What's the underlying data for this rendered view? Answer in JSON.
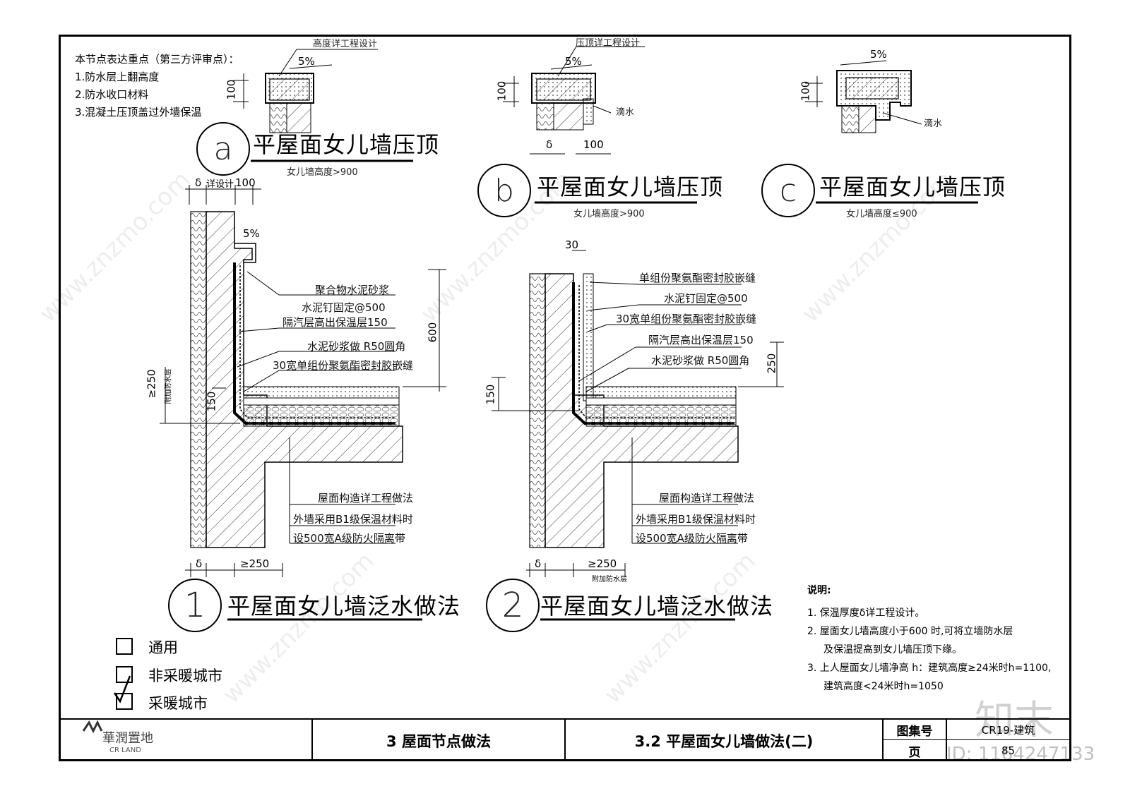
{
  "notes": {
    "heading": "本节点表达重点（第三方评审点）：",
    "items": [
      "1.防水层上翻高度",
      "2.防水收口材料",
      "3.混凝土压顶盖过外墙保温"
    ]
  },
  "details": {
    "a": {
      "letter": "a",
      "title": "平屋面女儿墙压顶",
      "subtitle": "女儿墙高度>900",
      "top_note": "高度详工程设计",
      "slope": "5%",
      "dim_100": "100"
    },
    "b": {
      "letter": "b",
      "title": "平屋面女儿墙压顶",
      "subtitle": "女儿墙高度>900",
      "top_note": "压顶详工程设计",
      "slope": "5%",
      "dim_100": "100",
      "drip": "滴水",
      "dim_delta": "δ",
      "dim_bottom": "100"
    },
    "c": {
      "letter": "c",
      "title": "平屋面女儿墙压顶",
      "subtitle": "女儿墙高度≤900",
      "slope": "5%",
      "dim_100": "100",
      "drip": "滴水"
    }
  },
  "section1": {
    "number": "1",
    "title": "平屋面女儿墙泛水做法",
    "top_dims": [
      "δ",
      "详设计",
      "100"
    ],
    "slope": "5%",
    "callouts": [
      "聚合物水泥砂浆",
      "水泥钉固定@500",
      "隔汽层高出保温层150",
      "水泥砂浆做 R50圆角",
      "30宽单组份聚氨酯密封胶嵌缝"
    ],
    "lower_callouts": [
      "屋面构造详工程做法",
      "外墙采用B1级保温材料时",
      "设500宽A级防火隔离带"
    ],
    "dim_right": "600",
    "dim_left": "≥250",
    "dim_left_note": "附加防水层",
    "dim_150": "150",
    "bottom_dims": [
      "δ",
      "≥250"
    ]
  },
  "section2": {
    "number": "2",
    "title": "平屋面女儿墙泛水做法",
    "top_dim": "30",
    "callouts": [
      "单组份聚氨酯密封胶嵌缝",
      "水泥钉固定@500",
      "30宽单组份聚氨酯密封胶嵌缝",
      "隔汽层高出保温层150",
      "水泥砂浆做 R50圆角"
    ],
    "lower_callouts": [
      "屋面构造详工程做法",
      "外墙采用B1级保温材料时",
      "设500宽A级防火隔离带"
    ],
    "dim_right": "250",
    "dim_left": "150",
    "bottom_dims": [
      "δ",
      "≥250"
    ],
    "bottom_note": "附加防水层"
  },
  "explanation": {
    "heading": "说明:",
    "items": [
      "1. 保温厚度δ详工程设计。",
      "2. 屋面女儿墙高度小于600 时,可将立墙防水层",
      "及保温提高到女儿墙压顶下缘。",
      "3. 上人屋面女儿墙净高 h：建筑高度≥24米时h=1100,",
      "建筑高度<24米时h=1050"
    ]
  },
  "legend": [
    {
      "label": "通用",
      "checked": false
    },
    {
      "label": "非采暖城市",
      "checked": false
    },
    {
      "label": "采暖城市",
      "checked": true
    }
  ],
  "title_block": {
    "logo_cn": "華潤置地",
    "logo_en": "CR LAND",
    "section": "3  屋面节点做法",
    "drawing_title": "3.2  平屋面女儿墙做法(二)",
    "atlas_label": "图集号",
    "atlas_value": "CR19-建筑",
    "page_label": "页",
    "page_value": "85"
  },
  "watermark": {
    "site": "www.znzmo.com",
    "brand": "知末",
    "id": "ID: 1164247133"
  }
}
